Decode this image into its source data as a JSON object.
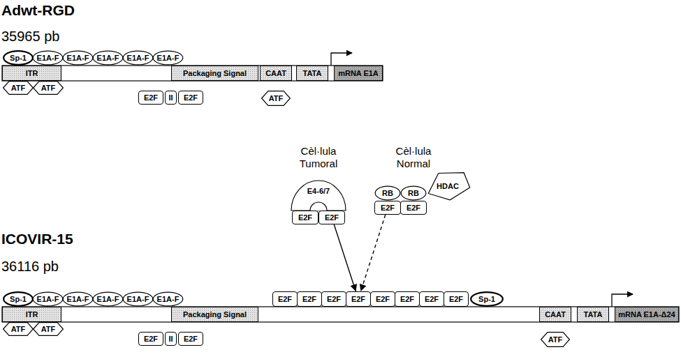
{
  "diagram": {
    "nodes": [
      {
        "text": [
          "Sp-1"
        ]
      },
      {
        "text": [
          "E1A-F"
        ]
      },
      {
        "text": [
          "E1A-F"
        ]
      },
      {
        "text": [
          "E1A-F"
        ]
      },
      {
        "text": [
          "E1A-F"
        ]
      },
      {
        "text": [
          "E1A-F"
        ]
      },
      {
        "text": [
          "ITR"
        ]
      },
      {
        "text": [
          "Packaging Signal"
        ]
      },
      {
        "text": [
          "CAAT"
        ]
      },
      {
        "text": [
          "TATA"
        ]
      },
      {
        "text": [
          "mRNA E1A"
        ]
      },
      {
        "text": [
          "ATF"
        ]
      },
      {
        "text": [
          "ATF"
        ]
      },
      {
        "text": [
          "E2F"
        ]
      },
      {
        "text": [
          "II"
        ]
      },
      {
        "text": [
          "E2F"
        ]
      },
      {
        "text": [
          "ATF"
        ]
      },
      {
        "text": [
          "E4-6/7"
        ]
      },
      {
        "text": [
          "E2F"
        ]
      },
      {
        "text": [
          "E2F"
        ]
      },
      {
        "text": [
          "RB"
        ]
      },
      {
        "text": [
          "RB"
        ]
      },
      {
        "text": [
          "HDAC"
        ]
      },
      {
        "text": [
          "E2F"
        ]
      },
      {
        "text": [
          "E2F"
        ]
      },
      {
        "text": [
          "Sp-1"
        ]
      },
      {
        "text": [
          "E1A-F"
        ]
      },
      {
        "text": [
          "E1A-F"
        ]
      },
      {
        "text": [
          "E1A-F"
        ]
      },
      {
        "text": [
          "E1A-F"
        ]
      },
      {
        "text": [
          "E1A-F"
        ]
      },
      {
        "text": [
          "E2F"
        ]
      },
      {
        "text": [
          "E2F"
        ]
      },
      {
        "text": [
          "E2F"
        ]
      },
      {
        "text": [
          "E2F"
        ]
      },
      {
        "text": [
          "E2F"
        ]
      },
      {
        "text": [
          "E2F"
        ]
      },
      {
        "text": [
          "E2F"
        ]
      },
      {
        "text": [
          "E2F"
        ]
      },
      {
        "text": [
          "Sp-1"
        ]
      },
      {
        "text": [
          "ITR"
        ]
      },
      {
        "text": [
          "Packaging Signal"
        ]
      },
      {
        "text": [
          "CAAT"
        ]
      },
      {
        "text": [
          "TATA"
        ]
      },
      {
        "text": [
          "mRNA E1A-Δ24"
        ]
      },
      {
        "text": [
          "ATF"
        ]
      },
      {
        "text": [
          "ATF"
        ]
      },
      {
        "text": [
          "E2F"
        ]
      },
      {
        "text": [
          "II"
        ]
      },
      {
        "text": [
          "E2F"
        ]
      },
      {
        "text": [
          "ATF"
        ]
      }
    ],
    "edges": [
      {
        "from": 19,
        "to": 34,
        "arrow": "to"
      },
      {
        "from": 23,
        "to": 34,
        "arrow": "to"
      }
    ],
    "labels": [
      "Adwt-RGD",
      "35965 pb",
      "Cèl·lula Tumoral",
      "Cèl·lula Normal",
      "ICOVIR-15",
      "36116 pb"
    ]
  }
}
